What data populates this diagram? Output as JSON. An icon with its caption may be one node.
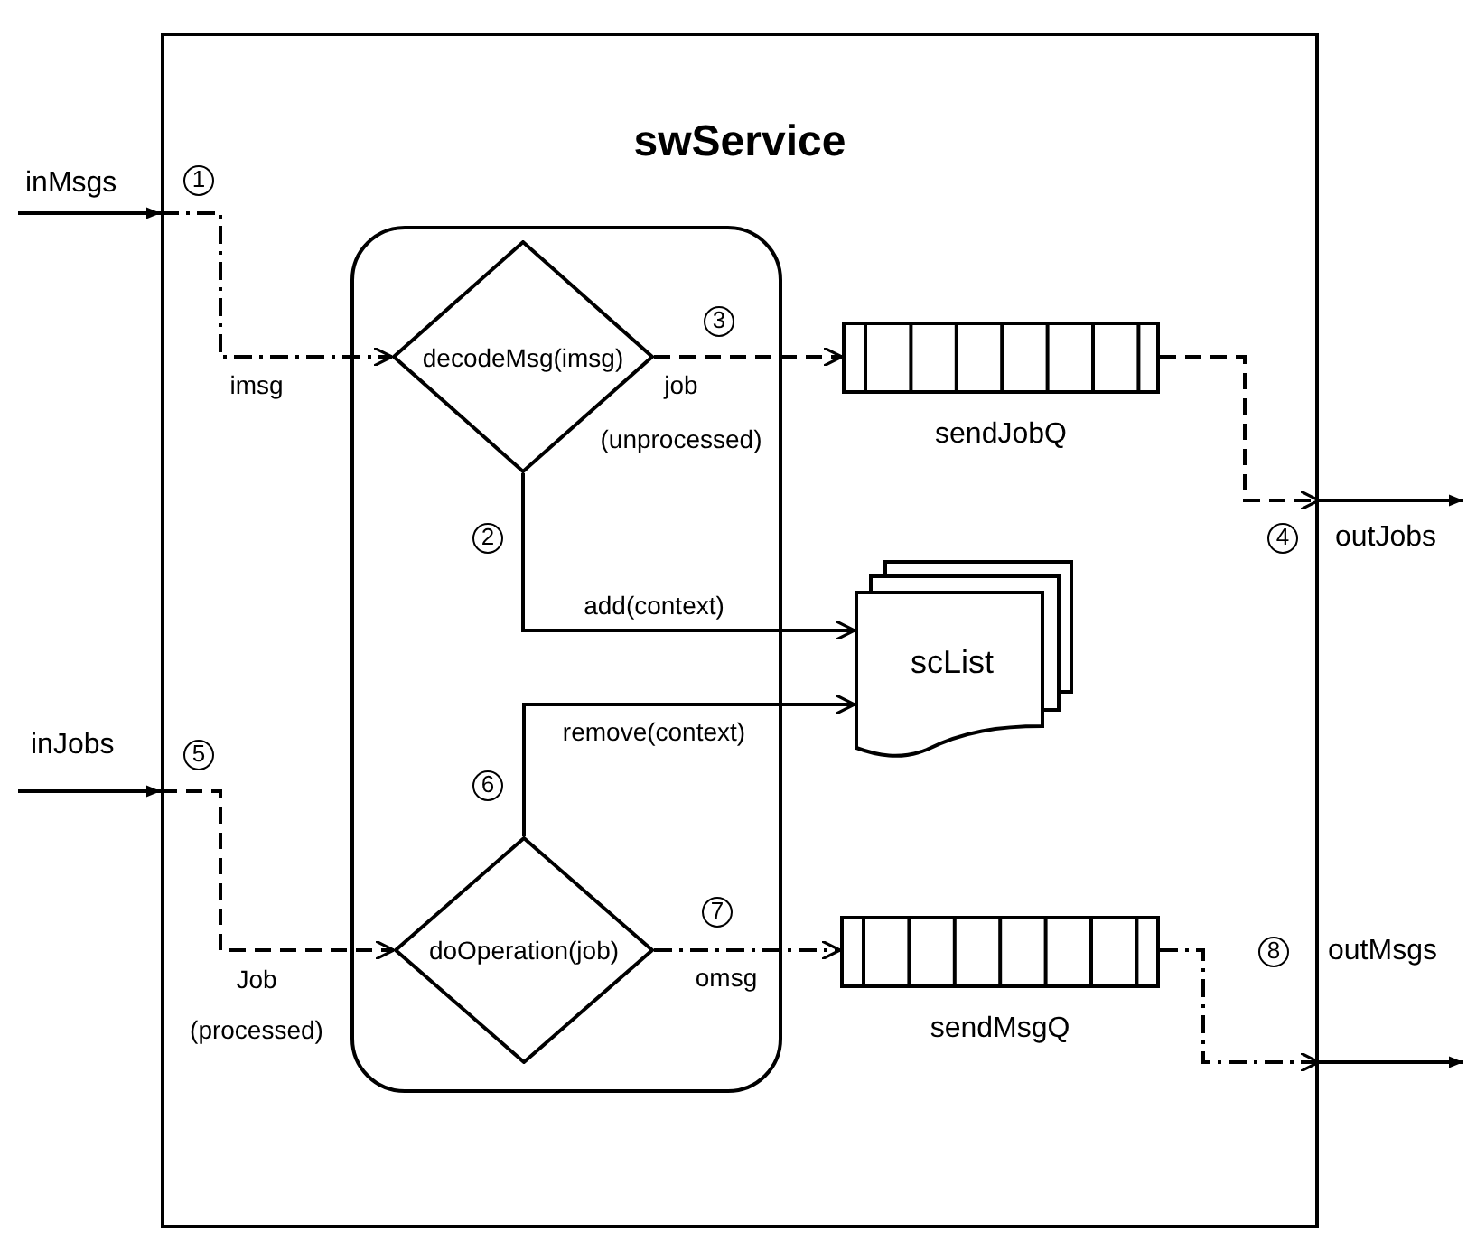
{
  "diagram": {
    "nodes": [
      {
        "text": [
          "swService"
        ]
      },
      {
        "text": [],
        "shape": "box",
        "in": 0
      },
      {
        "text": [
          "decodeMsg(imsg)"
        ],
        "in": 1
      },
      {
        "text": [
          "sendJobQ"
        ],
        "in": 0
      },
      {
        "text": [
          "scList"
        ],
        "in": 0
      },
      {
        "text": [
          "doOperation(job)"
        ],
        "in": 1
      },
      {
        "text": [
          "sendMsgQ"
        ],
        "in": 0
      }
    ],
    "edges": [
      {
        "from": null,
        "to": 0,
        "arrow": "to",
        "label": "inMsgs"
      },
      {
        "from": 0,
        "to": 2,
        "arrow": "to",
        "label": "imsg",
        "style": "dashed"
      },
      {
        "from": 2,
        "to": 3,
        "arrow": "to",
        "label": "job",
        "style": "dashed"
      },
      {
        "from": 3,
        "to": 0,
        "arrow": "to",
        "style": "dashed"
      },
      {
        "from": 0,
        "to": null,
        "arrow": "to",
        "label": "outJobs"
      },
      {
        "from": 2,
        "to": 4,
        "arrow": "to",
        "label": "add(context)"
      },
      {
        "from": 5,
        "to": 4,
        "arrow": "to",
        "label": "remove(context)"
      },
      {
        "from": null,
        "to": 0,
        "arrow": "to",
        "label": "inJobs"
      },
      {
        "from": 0,
        "to": 5,
        "arrow": "to",
        "label": "Job",
        "style": "dashed"
      },
      {
        "from": 5,
        "to": 6,
        "arrow": "to",
        "label": "omsg",
        "style": "dashed"
      },
      {
        "from": 6,
        "to": 0,
        "arrow": "to",
        "style": "dashed"
      },
      {
        "from": 0,
        "to": null,
        "arrow": "to",
        "label": "outMsgs"
      }
    ],
    "labels": [
      "1",
      "3",
      "(unprocessed)",
      "2",
      "4",
      "5",
      "6",
      "7",
      "8",
      "(processed)"
    ]
  }
}
